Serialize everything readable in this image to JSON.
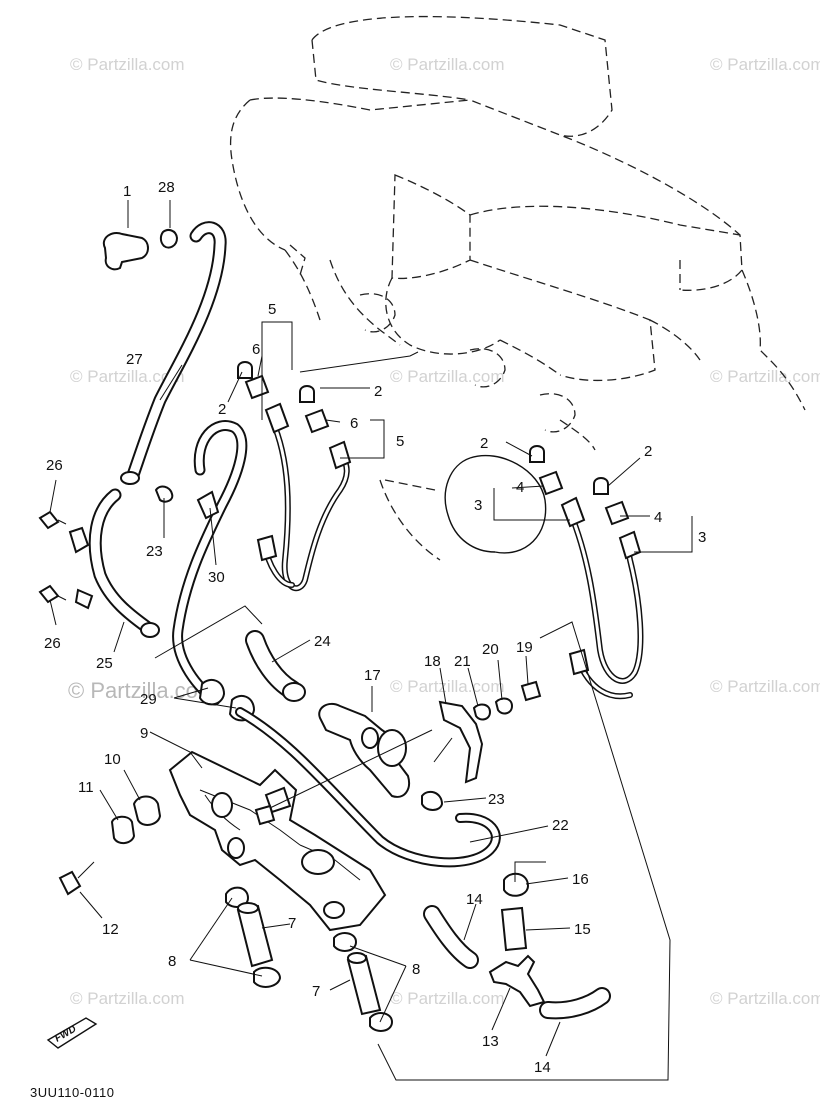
{
  "watermark": {
    "text": "© Partzilla.com",
    "text_featured": "© Partzilla.com"
  },
  "diagram_code": "3UU110-0110",
  "fwd_label": "FWD",
  "callouts": [
    {
      "id": "c1",
      "label": "1"
    },
    {
      "id": "c28",
      "label": "28"
    },
    {
      "id": "c5a",
      "label": "5"
    },
    {
      "id": "c6a",
      "label": "6"
    },
    {
      "id": "c2a",
      "label": "2"
    },
    {
      "id": "c2b",
      "label": "2"
    },
    {
      "id": "c6b",
      "label": "6"
    },
    {
      "id": "c5b",
      "label": "5"
    },
    {
      "id": "c27",
      "label": "27"
    },
    {
      "id": "c26a",
      "label": "26"
    },
    {
      "id": "c23a",
      "label": "23"
    },
    {
      "id": "c30",
      "label": "30"
    },
    {
      "id": "c26b",
      "label": "26"
    },
    {
      "id": "c25",
      "label": "25"
    },
    {
      "id": "c24",
      "label": "24"
    },
    {
      "id": "c2c",
      "label": "2"
    },
    {
      "id": "c2d",
      "label": "2"
    },
    {
      "id": "c3a",
      "label": "3"
    },
    {
      "id": "c4a",
      "label": "4"
    },
    {
      "id": "c4b",
      "label": "4"
    },
    {
      "id": "c3b",
      "label": "3"
    },
    {
      "id": "c29",
      "label": "29"
    },
    {
      "id": "c9",
      "label": "9"
    },
    {
      "id": "c17",
      "label": "17"
    },
    {
      "id": "c18",
      "label": "18"
    },
    {
      "id": "c21",
      "label": "21"
    },
    {
      "id": "c20",
      "label": "20"
    },
    {
      "id": "c19",
      "label": "19"
    },
    {
      "id": "c10",
      "label": "10"
    },
    {
      "id": "c11",
      "label": "11"
    },
    {
      "id": "c23b",
      "label": "23"
    },
    {
      "id": "c22",
      "label": "22"
    },
    {
      "id": "c12",
      "label": "12"
    },
    {
      "id": "c16",
      "label": "16"
    },
    {
      "id": "c14a",
      "label": "14"
    },
    {
      "id": "c15",
      "label": "15"
    },
    {
      "id": "c7a",
      "label": "7"
    },
    {
      "id": "c8a",
      "label": "8"
    },
    {
      "id": "c8b",
      "label": "8"
    },
    {
      "id": "c7b",
      "label": "7"
    },
    {
      "id": "c13",
      "label": "13"
    },
    {
      "id": "c14b",
      "label": "14"
    }
  ]
}
